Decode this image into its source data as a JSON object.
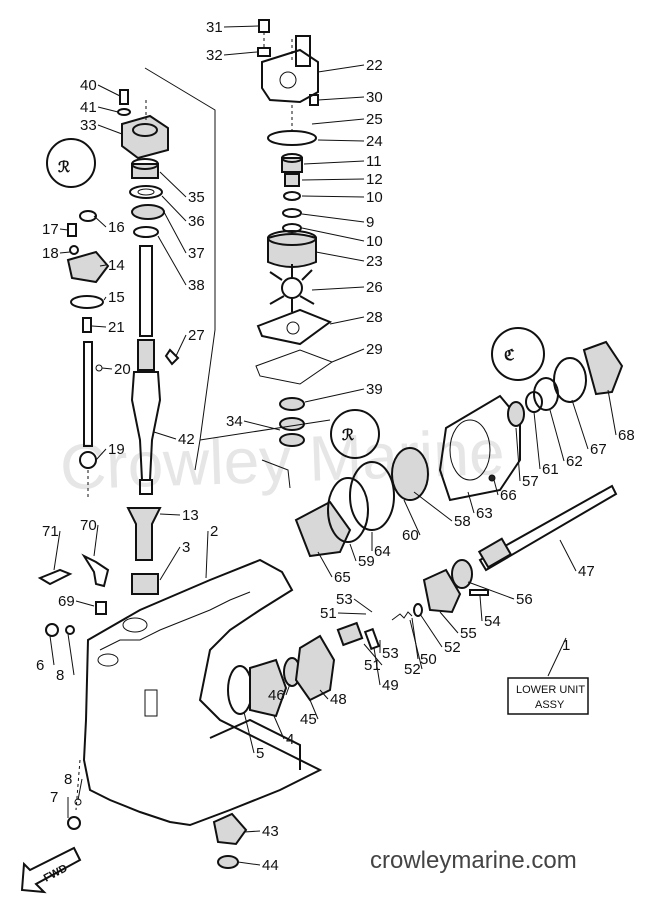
{
  "callouts": [
    {
      "n": "31"
    },
    {
      "n": "32"
    },
    {
      "n": "22"
    },
    {
      "n": "30"
    },
    {
      "n": "25"
    },
    {
      "n": "24"
    },
    {
      "n": "11"
    },
    {
      "n": "12"
    },
    {
      "n": "10"
    },
    {
      "n": "9"
    },
    {
      "n": "10"
    },
    {
      "n": "23"
    },
    {
      "n": "26"
    },
    {
      "n": "28"
    },
    {
      "n": "29"
    },
    {
      "n": "39"
    },
    {
      "n": "34"
    },
    {
      "n": "40"
    },
    {
      "n": "41"
    },
    {
      "n": "33"
    },
    {
      "n": "35"
    },
    {
      "n": "36"
    },
    {
      "n": "37"
    },
    {
      "n": "38"
    },
    {
      "n": "16"
    },
    {
      "n": "17"
    },
    {
      "n": "18"
    },
    {
      "n": "14"
    },
    {
      "n": "15"
    },
    {
      "n": "21"
    },
    {
      "n": "27"
    },
    {
      "n": "20"
    },
    {
      "n": "19"
    },
    {
      "n": "42"
    },
    {
      "n": "13"
    },
    {
      "n": "3"
    },
    {
      "n": "2"
    },
    {
      "n": "71"
    },
    {
      "n": "70"
    },
    {
      "n": "69"
    },
    {
      "n": "6"
    },
    {
      "n": "8"
    },
    {
      "n": "5"
    },
    {
      "n": "4"
    },
    {
      "n": "46"
    },
    {
      "n": "45"
    },
    {
      "n": "48"
    },
    {
      "n": "51"
    },
    {
      "n": "53"
    },
    {
      "n": "51"
    },
    {
      "n": "53"
    },
    {
      "n": "49"
    },
    {
      "n": "52"
    },
    {
      "n": "50"
    },
    {
      "n": "52"
    },
    {
      "n": "55"
    },
    {
      "n": "54"
    },
    {
      "n": "56"
    },
    {
      "n": "47"
    },
    {
      "n": "65"
    },
    {
      "n": "59"
    },
    {
      "n": "64"
    },
    {
      "n": "60"
    },
    {
      "n": "58"
    },
    {
      "n": "63"
    },
    {
      "n": "66"
    },
    {
      "n": "57"
    },
    {
      "n": "61"
    },
    {
      "n": "62"
    },
    {
      "n": "67"
    },
    {
      "n": "68"
    },
    {
      "n": "8"
    },
    {
      "n": "7"
    },
    {
      "n": "43"
    },
    {
      "n": "44"
    }
  ],
  "title_box": {
    "line1": "LOWER UNIT",
    "line2": "ASSY",
    "ref": "1"
  },
  "fwd_label": "FWD",
  "watermark": "crowleymarine.com",
  "faint_watermark": "Crowley Marine"
}
